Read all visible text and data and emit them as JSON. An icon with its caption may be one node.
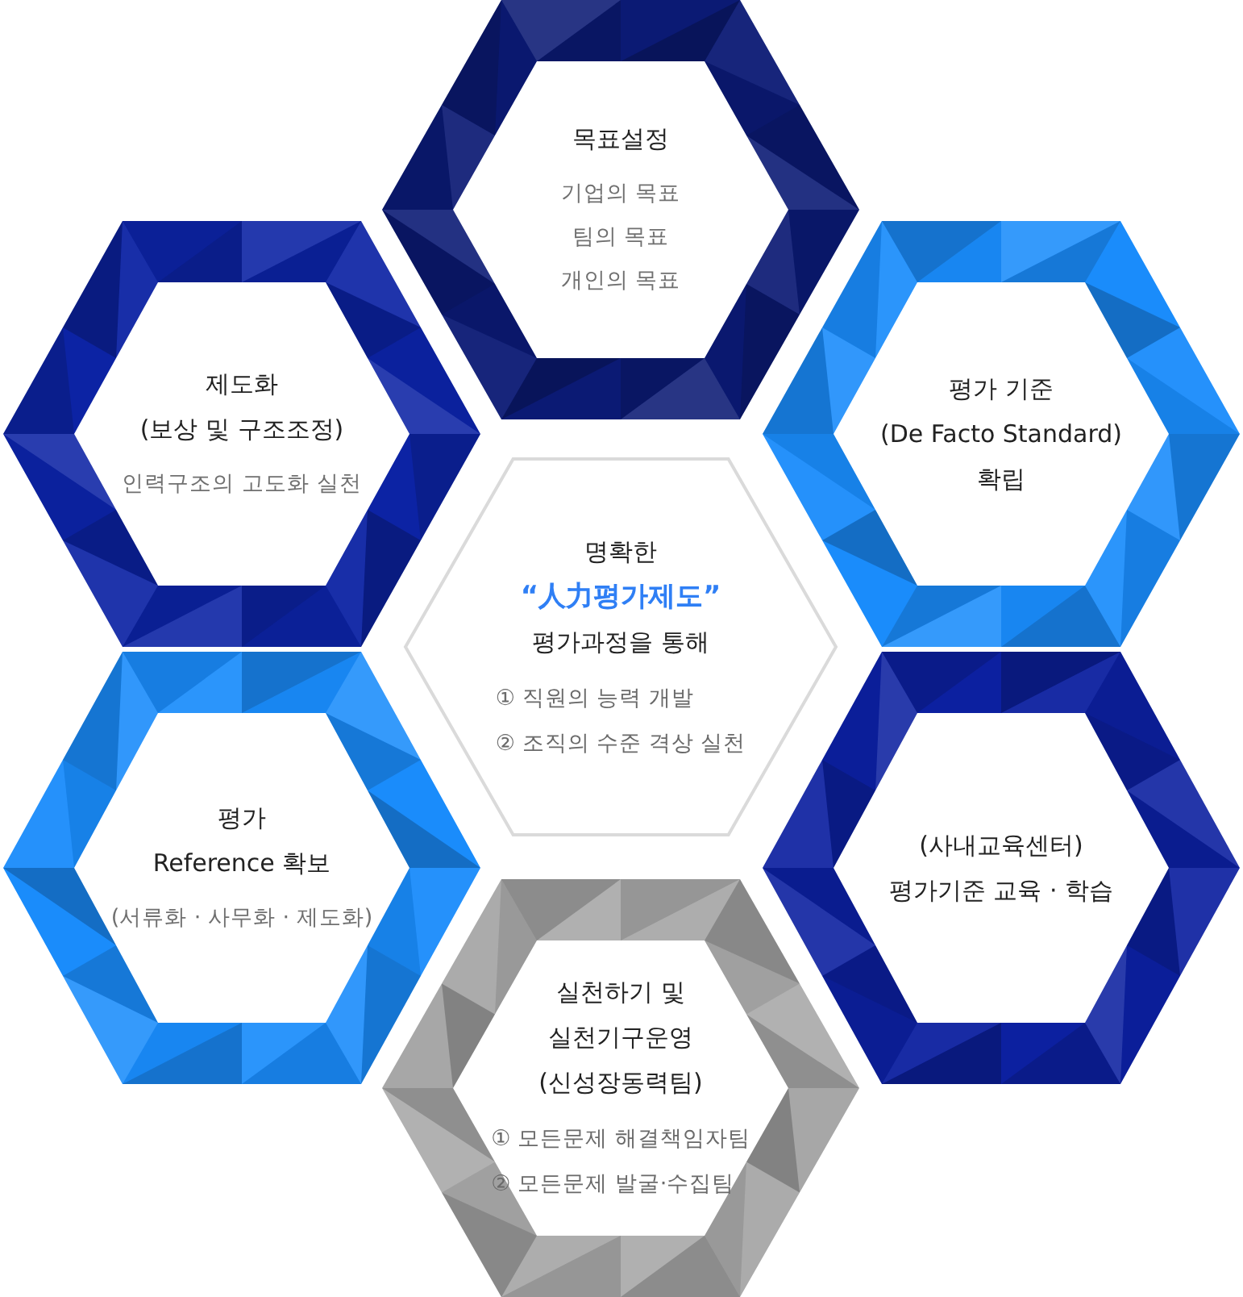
{
  "diagram": {
    "nodes": [
      {
        "text": [
          "목표설정",
          "기업의 목표",
          "팀의 목표",
          "개인의 목표"
        ]
      },
      {
        "text": [
          "제도화",
          "(보상 및 구조조정)",
          "인력구조의 고도화 실천"
        ]
      },
      {
        "text": [
          "평가 기준",
          "(De Facto Standard)",
          "확립"
        ]
      },
      {
        "text": [
          "명확한",
          "“人力평가제도”",
          "평가과정을 통해",
          "① 직원의 능력 개발",
          "② 조직의 수준 격상 실천"
        ]
      },
      {
        "text": [
          "평가",
          "Reference 확보",
          "(서류화 · 사무화 · 제도화)"
        ]
      },
      {
        "text": [
          "(사내교육센터)",
          "평가기준 교육 · 학습"
        ]
      },
      {
        "text": [
          "실천하기 및",
          "실천기구운영",
          "(신성장동력팀)",
          "① 모든문제 해결책임자팀",
          "② 모든문제 발굴·수집팀"
        ]
      }
    ]
  }
}
